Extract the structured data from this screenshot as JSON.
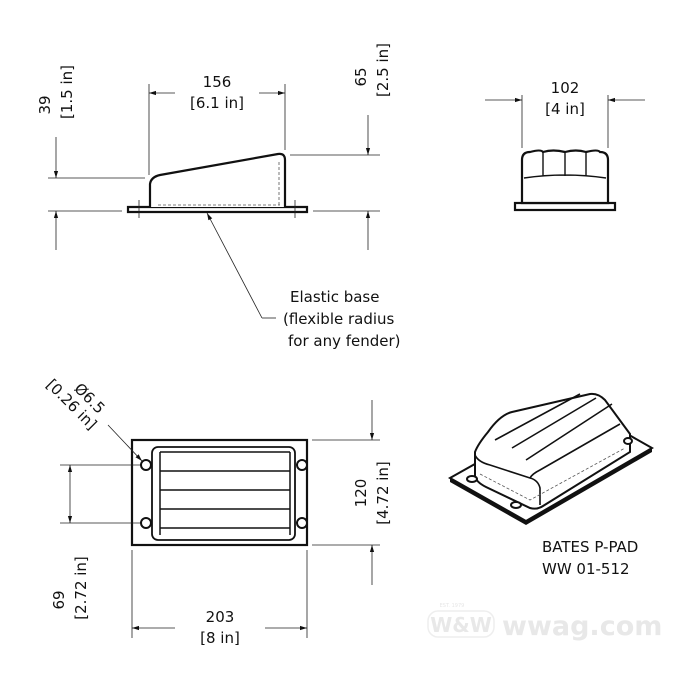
{
  "side_view": {
    "width_mm": "156",
    "width_in": "[6.1 in]",
    "low_height_mm": "39",
    "low_height_in": "[1.5 in]",
    "high_height_mm": "65",
    "high_height_in": "[2.5 in]"
  },
  "front_view": {
    "width_mm": "102",
    "width_in": "[4 in]"
  },
  "callout": {
    "line1": "Elastic base",
    "line2": "(flexible radius",
    "line3": "for any fender)"
  },
  "top_view": {
    "hole_mm": "Ø6.5",
    "hole_in": "[0.26 in]",
    "width_mm": "120",
    "width_in": "[4.72 in]",
    "hole_spacing_mm": "69",
    "hole_spacing_in": "[2.72 in]",
    "length_mm": "203",
    "length_in": "[8 in]"
  },
  "product": {
    "name": "BATES P-PAD",
    "part_number": "WW 01-512"
  },
  "watermark": {
    "logo": "W&W",
    "site": "wwag.com",
    "est": "EST. 1979"
  }
}
